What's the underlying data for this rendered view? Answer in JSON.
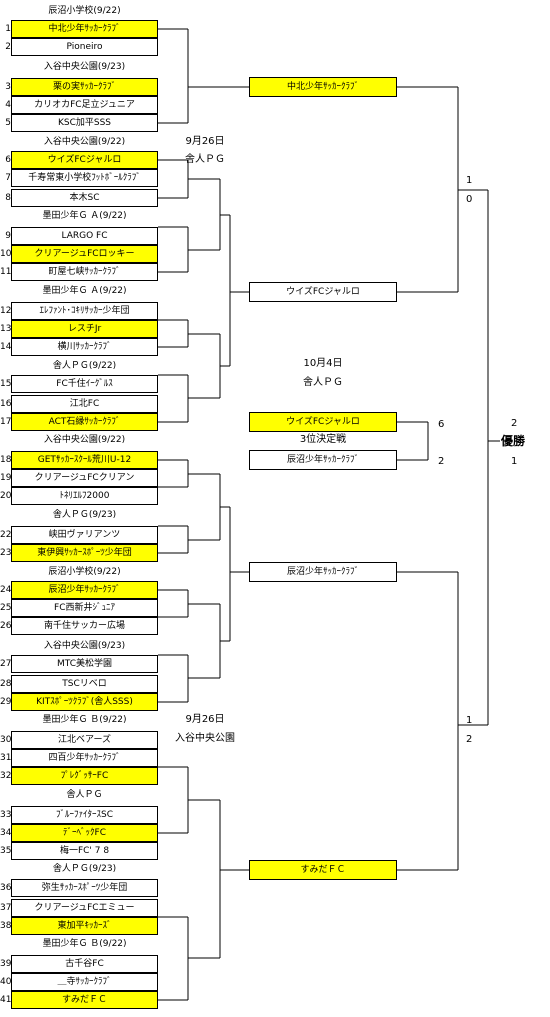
{
  "blocks": [
    {
      "venue": "辰沼小学校(9/22)",
      "teams": [
        {
          "num": "1",
          "name": "中北少年ｻｯｶｰｸﾗﾌﾞ",
          "win": true
        },
        {
          "num": "2",
          "name": "Pioneiro",
          "win": false
        }
      ]
    },
    {
      "venue": "入谷中央公園(9/23)",
      "teams": [
        {
          "num": "3",
          "name": "栗の実ｻｯｶｰｸﾗﾌﾞ",
          "win": true
        },
        {
          "num": "4",
          "name": "カリオカFC足立ジュニア",
          "win": false
        },
        {
          "num": "5",
          "name": "KSC加平SSS",
          "win": false
        }
      ]
    },
    {
      "venue": "入谷中央公園(9/22)",
      "teams": [
        {
          "num": "6",
          "name": "ウイズFCジャルロ",
          "win": true
        },
        {
          "num": "7",
          "name": "千寿常東小学校ﾌｯﾄﾎﾞｰﾙｸﾗﾌﾞ",
          "win": false
        },
        {
          "num": "8",
          "name": "本木SC",
          "win": false
        }
      ]
    },
    {
      "venue": "墨田少年Ｇ Ａ(9/22)",
      "teams": [
        {
          "num": "9",
          "name": "LARGO FC",
          "win": false
        },
        {
          "num": "10",
          "name": "クリアージュFCロッキー",
          "win": true
        },
        {
          "num": "11",
          "name": "町屋七峡ｻｯｶｰｸﾗﾌﾞ",
          "win": false
        }
      ]
    },
    {
      "venue": "墨田少年Ｇ Ａ(9/22)",
      "teams": [
        {
          "num": "12",
          "name": "ｴﾚﾌｧﾝﾄ･ｺｷﾘｻｯｶｰ少年団",
          "win": false
        },
        {
          "num": "13",
          "name": "レスチJr",
          "win": true
        },
        {
          "num": "14",
          "name": "横川ｻｯｶｰｸﾗﾌﾞ",
          "win": false
        }
      ]
    },
    {
      "venue": "舎人ＰＧ(9/22)",
      "teams": [
        {
          "num": "15",
          "name": "FC千住ｲｰｸﾞﾙｽ",
          "win": false
        },
        {
          "num": "16",
          "name": "江北FC",
          "win": false
        },
        {
          "num": "17",
          "name": "ACT石縁ｻｯｶｰｸﾗﾌﾞ",
          "win": true
        }
      ]
    },
    {
      "venue": "入谷中央公園(9/22)",
      "teams": [
        {
          "num": "18",
          "name": "GETｻｯｶｰｽｸｰﾙ荒川U-12",
          "win": true
        },
        {
          "num": "19",
          "name": "クリアージュFCクリアン",
          "win": false
        },
        {
          "num": "20",
          "name": "ﾄﾈﾘｴﾙﾌ2000",
          "win": false
        }
      ]
    },
    {
      "venue": "舎人ＰＧ(9/23)",
      "teams": [
        {
          "num": "22",
          "name": "峡田ヴァリアンツ",
          "win": false
        },
        {
          "num": "23",
          "name": "東伊興ｻｯｶｰｽﾎﾟｰﾂ少年団",
          "win": true
        }
      ]
    },
    {
      "venue": "辰沼小学校(9/22)",
      "teams": [
        {
          "num": "24",
          "name": "辰沼少年ｻｯｶｰｸﾗﾌﾞ",
          "win": true
        },
        {
          "num": "25",
          "name": "FC西新井ｼﾞｭﾆｱ",
          "win": false
        },
        {
          "num": "26",
          "name": "南千住サッカー広場",
          "win": false
        }
      ]
    },
    {
      "venue": "入谷中央公園(9/23)",
      "teams": [
        {
          "num": "27",
          "name": "MTC美松学園",
          "win": false
        },
        {
          "num": "28",
          "name": "TSCリベロ",
          "win": false
        },
        {
          "num": "29",
          "name": "KITｽﾎﾟｰﾂｸﾗﾌﾞ(舎人SSS)",
          "win": true
        }
      ]
    },
    {
      "venue": "墨田少年Ｇ Ｂ(9/22)",
      "teams": [
        {
          "num": "30",
          "name": "江北ベアーズ",
          "win": false
        },
        {
          "num": "31",
          "name": "四百少年ｻｯｶｰｸﾗﾌﾞ",
          "win": false
        },
        {
          "num": "32",
          "name": "ﾌﾟﾚｸﾞｯｻｰFC",
          "win": true
        }
      ]
    },
    {
      "venue": "舎人ＰＧ",
      "teams": [
        {
          "num": "33",
          "name": "ﾌﾞﾙｰﾌｧｲﾀｰｽSC",
          "win": false
        },
        {
          "num": "34",
          "name": "ﾃﾞｰﾍﾞｯｸFC",
          "win": true
        },
        {
          "num": "35",
          "name": "梅一FC' 7 8",
          "win": false
        }
      ]
    },
    {
      "venue": "舎人ＰＧ(9/23)",
      "teams": [
        {
          "num": "36",
          "name": "弥生ｻｯｶｰｽﾎﾟｰﾂ少年団",
          "win": false
        },
        {
          "num": "37",
          "name": "クリアージュFCエミュー",
          "win": false
        },
        {
          "num": "38",
          "name": "東加平ｷｯｶｰｽﾞ",
          "win": true
        }
      ]
    },
    {
      "venue": "墨田少年Ｇ Ｂ(9/22)",
      "teams": [
        {
          "num": "39",
          "name": "古千谷FC",
          "win": false
        },
        {
          "num": "40",
          "name": "＿寺ｻｯｶｰｸﾗﾌﾞ",
          "win": false
        },
        {
          "num": "41",
          "name": "すみだＦＣ",
          "win": true
        }
      ]
    }
  ],
  "rounds": [
    {
      "name": "中北少年ｻｯｶｰｸﾗﾌﾞ",
      "win": true
    },
    {
      "name": "ウイズFCジャルロ",
      "win": false
    },
    {
      "name": "辰沼少年ｻｯｶｰｸﾗﾌﾞ",
      "win": false
    },
    {
      "name": "すみだＦＣ",
      "win": true
    }
  ],
  "third_place": {
    "winner": "ウイズFCジャルロ",
    "runner": "辰沼少年ｻｯｶｰｸﾗﾌﾞ",
    "label": "3位決定戦",
    "score_top": "6",
    "score_bottom": "2"
  },
  "sf_info_top": {
    "date": "9月26日",
    "venue": "舎人ＰＧ"
  },
  "sf_info_bottom": {
    "date": "9月26日",
    "venue": "入谷中央公園"
  },
  "final_info": {
    "date": "10月4日",
    "venue": "舎人ＰＧ"
  },
  "scores": {
    "semi_top_a": "1",
    "semi_top_b": "0",
    "semi_bot_a": "1",
    "semi_bot_b": "2",
    "final_a": "2",
    "final_b": "1"
  },
  "champion_label": "優勝",
  "colors": {
    "highlight": "#ffff00",
    "line": "#000000"
  }
}
